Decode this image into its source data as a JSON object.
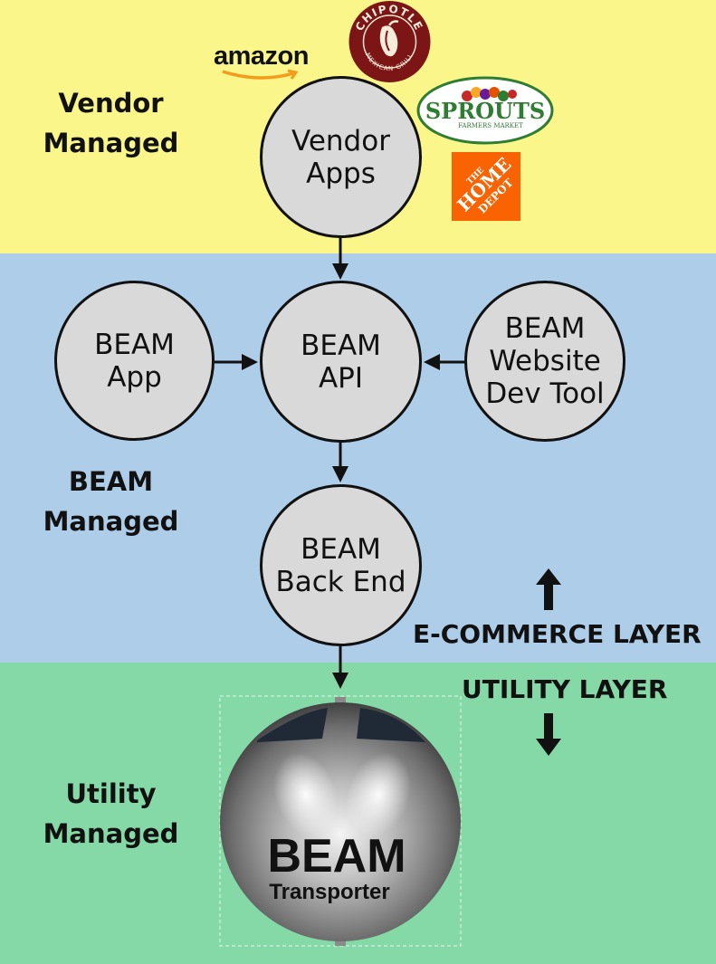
{
  "sections": {
    "vendor": {
      "line1": "Vendor",
      "line2": "Managed"
    },
    "beam": {
      "line1": "BEAM",
      "line2": "Managed"
    },
    "utility": {
      "line1": "Utility",
      "line2": "Managed"
    }
  },
  "nodes": {
    "vendor_apps": {
      "line1": "Vendor",
      "line2": "Apps"
    },
    "beam_app": {
      "line1": "BEAM",
      "line2": "App"
    },
    "beam_api": {
      "line1": "BEAM",
      "line2": "API"
    },
    "beam_website": {
      "line1": "BEAM",
      "line2": "Website",
      "line3": "Dev Tool"
    },
    "beam_backend": {
      "line1": "BEAM",
      "line2": "Back End"
    }
  },
  "layers": {
    "ecommerce": "E-COMMERCE LAYER",
    "utility": "UTILITY LAYER"
  },
  "logos": {
    "amazon": "amazon",
    "chipotle_top": "CHIPOTLE",
    "chipotle_bottom": "MEXICAN GRILL",
    "sprouts": "SPROUTS",
    "sprouts_sub": "FARMERS MARKET",
    "homedepot_1": "THE",
    "homedepot_2": "HOME",
    "homedepot_3": "DEPOT"
  },
  "device": {
    "title": "BEAM",
    "subtitle": "Transporter"
  }
}
